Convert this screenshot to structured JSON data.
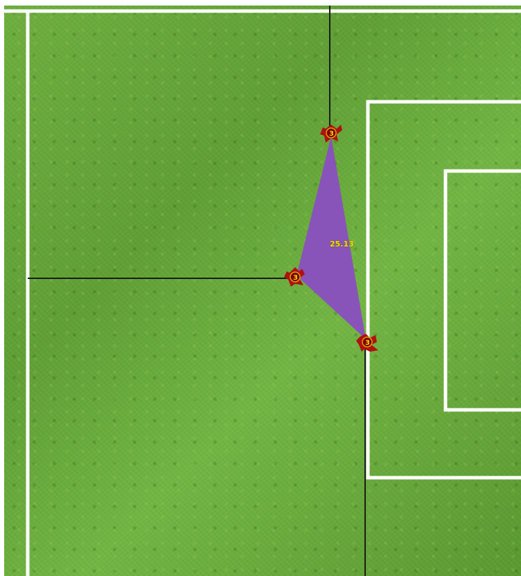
{
  "pitch": {
    "grass_color": "#62a537",
    "line_color": "#ffffff",
    "guide_line_color": "#1b1b1b"
  },
  "zone": {
    "fill_color": "#8a4fc0",
    "area_label": "25.13"
  },
  "markers": [
    {
      "id": "player-a",
      "number": "3",
      "color": "#b01010"
    },
    {
      "id": "player-b",
      "number": "3",
      "color": "#b01010"
    },
    {
      "id": "player-c",
      "number": "3",
      "color": "#b01010"
    }
  ]
}
